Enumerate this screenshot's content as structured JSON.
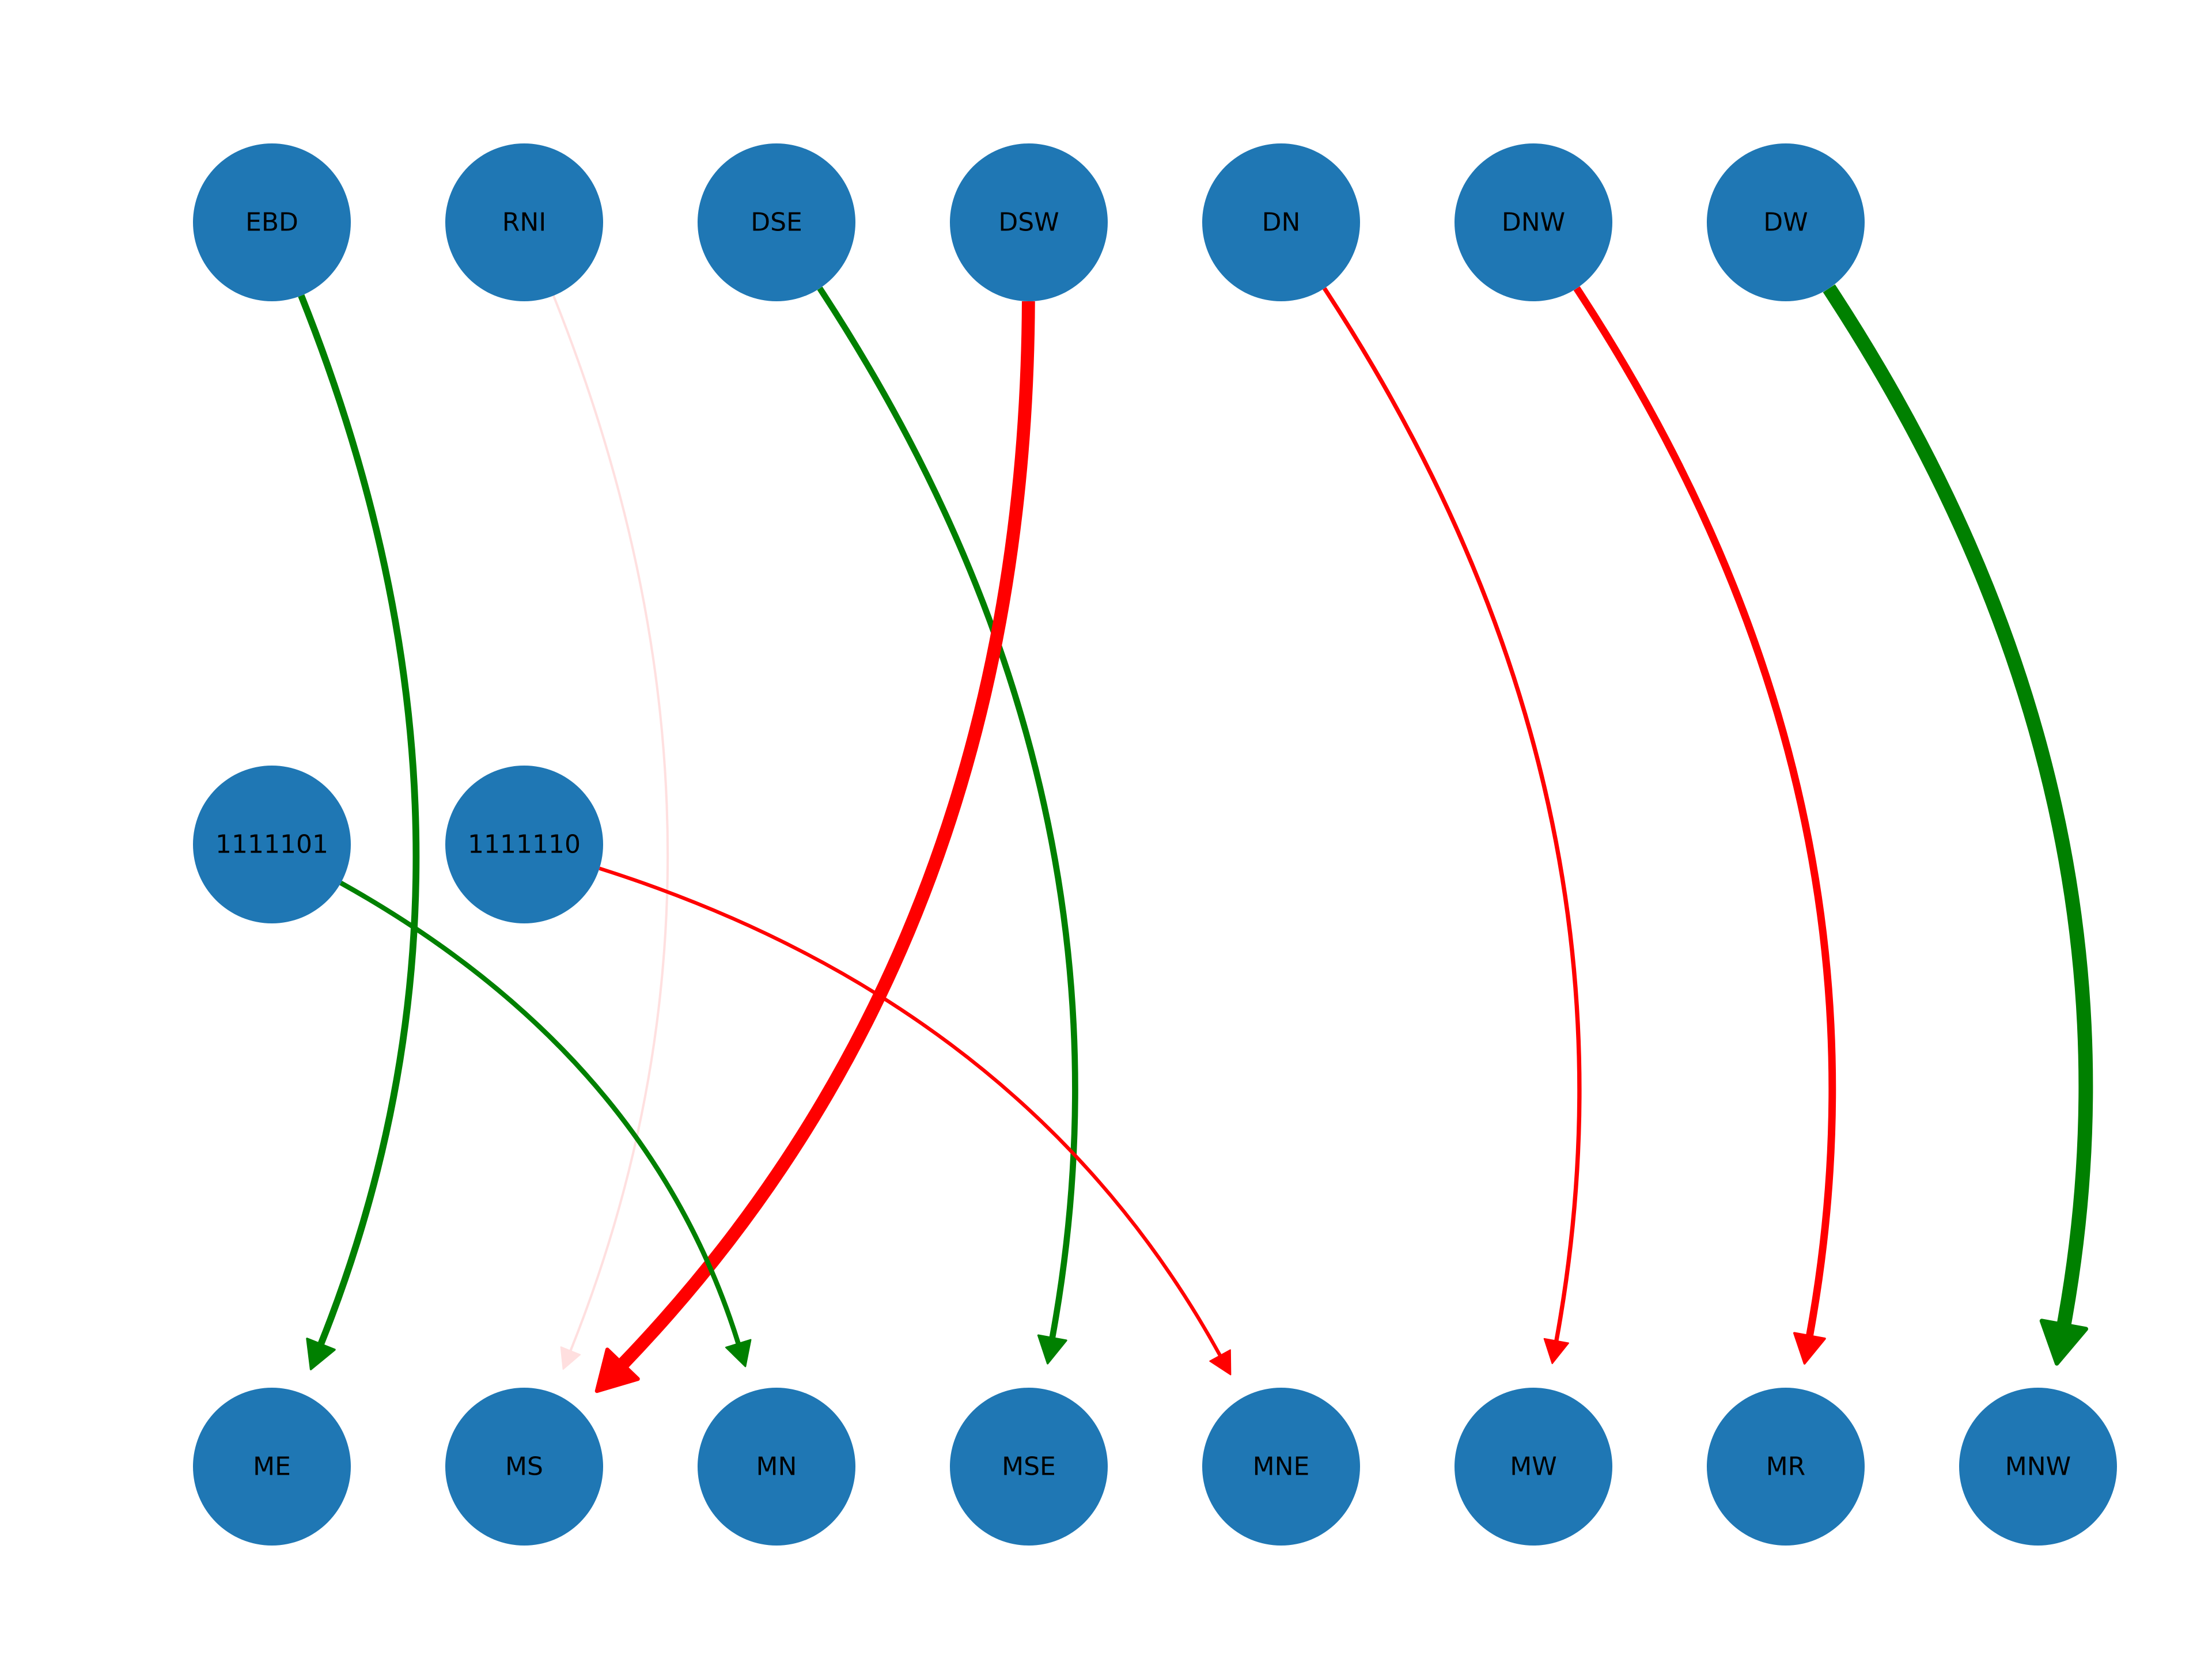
{
  "colors": {
    "node": "#1f77b4",
    "positive": "#008000",
    "negative": "#ff0000"
  },
  "nodes": [
    {
      "id": "EBD",
      "label": "EBD",
      "row": "top"
    },
    {
      "id": "RNI",
      "label": "RNI",
      "row": "top"
    },
    {
      "id": "DSE",
      "label": "DSE",
      "row": "top"
    },
    {
      "id": "DSW",
      "label": "DSW",
      "row": "top"
    },
    {
      "id": "DN",
      "label": "DN",
      "row": "top"
    },
    {
      "id": "DNW",
      "label": "DNW",
      "row": "top"
    },
    {
      "id": "DW",
      "label": "DW",
      "row": "top"
    },
    {
      "id": "1111101",
      "label": "1111101",
      "row": "middle"
    },
    {
      "id": "1111110",
      "label": "1111110",
      "row": "middle"
    },
    {
      "id": "ME",
      "label": "ME",
      "row": "bottom"
    },
    {
      "id": "MS",
      "label": "MS",
      "row": "bottom"
    },
    {
      "id": "MN",
      "label": "MN",
      "row": "bottom"
    },
    {
      "id": "MSE",
      "label": "MSE",
      "row": "bottom"
    },
    {
      "id": "MNE",
      "label": "MNE",
      "row": "bottom"
    },
    {
      "id": "MW",
      "label": "MW",
      "row": "bottom"
    },
    {
      "id": "MR",
      "label": "MR",
      "row": "bottom"
    },
    {
      "id": "MNW",
      "label": "MNW",
      "row": "bottom"
    }
  ],
  "edges": [
    {
      "source": "EBD",
      "target": "ME",
      "sign": "positive",
      "weight": 0.4,
      "opacity": 1
    },
    {
      "source": "RNI",
      "target": "MS",
      "sign": "negative",
      "weight": 0.05,
      "opacity": 0.12
    },
    {
      "source": "DSE",
      "target": "MSE",
      "sign": "positive",
      "weight": 0.35,
      "opacity": 1
    },
    {
      "source": "DSW",
      "target": "MS",
      "sign": "negative",
      "weight": 0.9,
      "opacity": 1
    },
    {
      "source": "DN",
      "target": "MW",
      "sign": "negative",
      "weight": 0.2,
      "opacity": 1
    },
    {
      "source": "DNW",
      "target": "MR",
      "sign": "negative",
      "weight": 0.45,
      "opacity": 1
    },
    {
      "source": "DW",
      "target": "MNW",
      "sign": "positive",
      "weight": 1.0,
      "opacity": 1
    },
    {
      "source": "1111101",
      "target": "MN",
      "sign": "positive",
      "weight": 0.25,
      "opacity": 1
    },
    {
      "source": "1111110",
      "target": "MNE",
      "sign": "negative",
      "weight": 0.15,
      "opacity": 1
    }
  ]
}
